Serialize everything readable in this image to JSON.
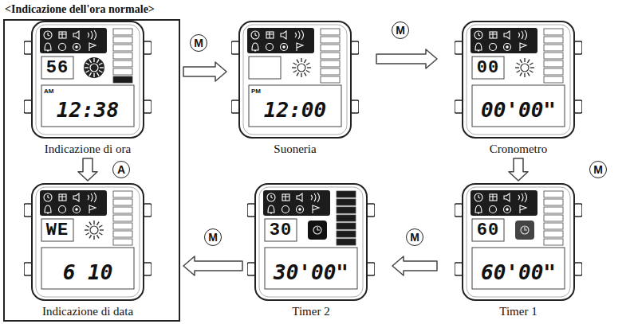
{
  "diagram": {
    "nodes": [
      {
        "text": [
          "<Indicazione dell'ora normale>"
        ]
      },
      {
        "text": [
          "56",
          "AM",
          "12:38",
          "Indicazione di ora"
        ],
        "in": 0
      },
      {
        "text": [
          "WE",
          "6 10",
          "Indicazione di data"
        ],
        "in": 0
      },
      {
        "text": [
          "PM",
          "12:00",
          "Suoneria"
        ]
      },
      {
        "text": [
          "00",
          "00'00\"",
          "Cronometro"
        ]
      },
      {
        "text": [
          "60",
          "60'00\"",
          "Timer 1"
        ]
      },
      {
        "text": [
          "30",
          "30'00\"",
          "Timer 2"
        ]
      }
    ],
    "edges": [
      {
        "from": 1,
        "to": 3,
        "arrow": "to",
        "label": "M"
      },
      {
        "from": 3,
        "to": 4,
        "arrow": "to",
        "label": "M"
      },
      {
        "from": 4,
        "to": 5,
        "arrow": "to",
        "label": "M"
      },
      {
        "from": 5,
        "to": 6,
        "arrow": "to",
        "label": "M"
      },
      {
        "from": 6,
        "to": 2,
        "arrow": "to",
        "label": "M"
      },
      {
        "from": 1,
        "to": 2,
        "arrow": "to",
        "label": "A"
      }
    ]
  }
}
